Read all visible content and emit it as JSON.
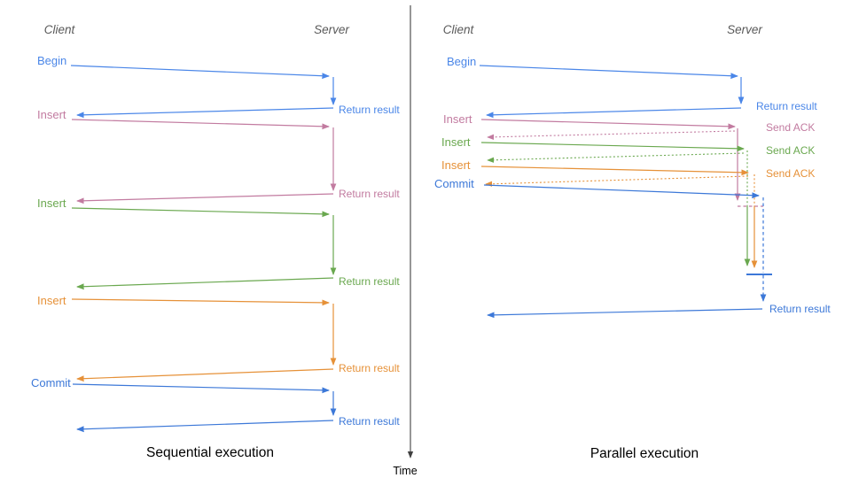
{
  "colors": {
    "blue": "#4a86e8",
    "commit_blue": "#3c78d8",
    "pink": "#c27ba0",
    "green": "#6aa84f",
    "orange": "#e69138",
    "header_gray": "#595959",
    "axis": "#404040"
  },
  "time_axis": {
    "label": "Time"
  },
  "left_panel": {
    "client_header": "Client",
    "server_header": "Server",
    "title": "Sequential execution",
    "messages": [
      {
        "label": "Begin",
        "response": "Return result"
      },
      {
        "label": "Insert",
        "response": "Return result"
      },
      {
        "label": "Insert",
        "response": "Return result"
      },
      {
        "label": "Insert",
        "response": "Return result"
      },
      {
        "label": "Commit",
        "response": "Return result"
      }
    ]
  },
  "right_panel": {
    "client_header": "Client",
    "server_header": "Server",
    "title": "Parallel execution",
    "messages": [
      {
        "label": "Begin",
        "response": "Return result"
      },
      {
        "label": "Insert",
        "ack": "Send ACK"
      },
      {
        "label": "Insert",
        "ack": "Send ACK"
      },
      {
        "label": "Insert",
        "ack": "Send ACK"
      },
      {
        "label": "Commit",
        "response": "Return result"
      }
    ]
  }
}
